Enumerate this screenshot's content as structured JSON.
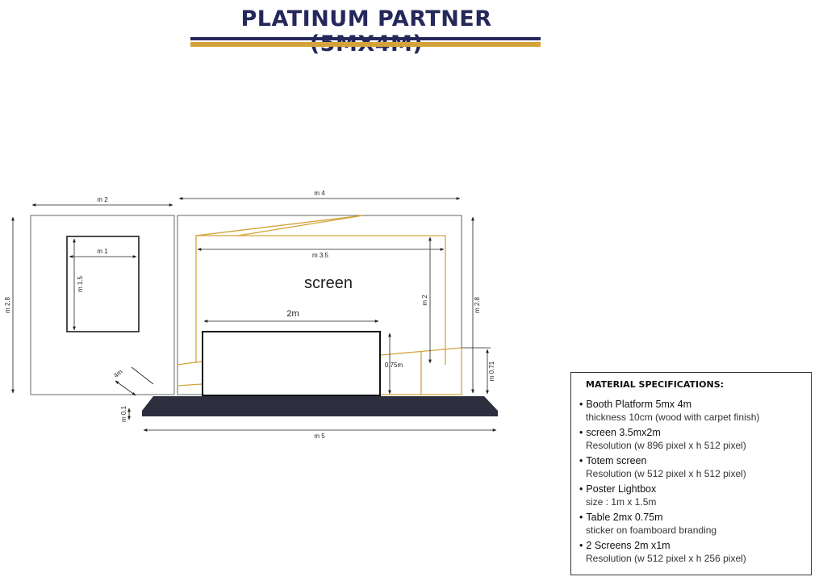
{
  "title": "PLATINUM PARTNER (5MX4M)",
  "diagram": {
    "left_panel": {
      "width_label": "m 2",
      "height_label": "m 2.8",
      "poster_width_label": "m 1",
      "poster_height_label": "m 1.5",
      "depth_label": "4m"
    },
    "right_panel": {
      "width_label": "m 4",
      "height_label": "m 2.8",
      "screen_label": "screen",
      "screen_width_label": "m 3.5",
      "screen_height_label": "m 2",
      "table_width_label": "2m",
      "table_height_label": "0.75m",
      "counter_height_label": "m 0.71"
    },
    "platform": {
      "width_label": "m 5",
      "thickness_label": "m 0.1"
    },
    "colors": {
      "line": "#555555",
      "gold": "#d3a33a",
      "platform": "#2e2f3e",
      "navy": "#24285a"
    }
  },
  "specs": {
    "heading": "MATERIAL SPECIFICATIONS:",
    "items": [
      {
        "name": "Booth Platform 5mx 4m",
        "detail": "thickness 10cm (wood with carpet finish)"
      },
      {
        "name": "screen 3.5mx2m",
        "detail": "Resolution  (w 896 pixel x h 512 pixel)"
      },
      {
        "name": "Totem screen",
        "detail": "Resolution (w 512 pixel x h 512 pixel)"
      },
      {
        "name": "Poster Lightbox",
        "detail": "size : 1m x 1.5m"
      },
      {
        "name": "Table 2mx 0.75m",
        "detail": "sticker on foamboard branding"
      },
      {
        "name": "2 Screens 2m x1m",
        "detail": "Resolution (w 512 pixel x h 256 pixel)"
      }
    ]
  }
}
